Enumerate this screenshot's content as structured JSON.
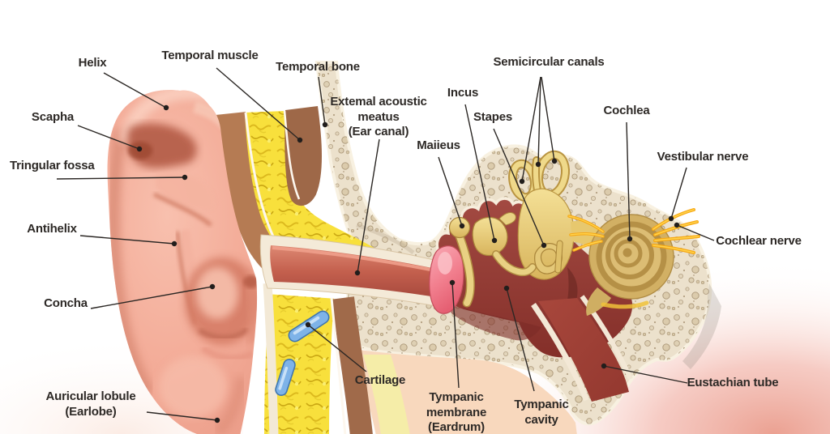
{
  "labels": {
    "helix": "Helix",
    "scapha": "Scapha",
    "tringular_fossa": "Tringular fossa",
    "antihelix": "Antihelix",
    "concha": "Concha",
    "auricular_lobule": [
      "Auricular lobule",
      "(Earlobe)"
    ],
    "temporal_muscle": "Temporal muscle",
    "temporal_bone": "Temporal bone",
    "external_acoustic_meatus": [
      "Extemal acoustic",
      "meatus",
      "(Ear canal)"
    ],
    "malleus": "Maiieus",
    "incus": "Incus",
    "stapes": "Stapes",
    "semicircular_canals": "Semicircular canals",
    "cochlea": "Cochlea",
    "vestibular_nerve": "Vestibular nerve",
    "cochlear_nerve": "Cochlear nerve",
    "eustachian_tube": "Eustachian tube",
    "tympanic_membrane": [
      "Tympanic",
      "membrane",
      "(Eardrum)"
    ],
    "tympanic_cavity": [
      "Tympanic",
      "cavity"
    ],
    "cartilage": "Cartilage"
  },
  "colors": {
    "label_text": "#2d2926",
    "pointer_line": "#2b2724",
    "ear_skin": "#f3ab97",
    "fat_tissue": "#f8e03c",
    "muscle_brown": "#9e6848",
    "skin_band_brown": "#b57b53",
    "bone_cream": "#ece1cc",
    "tympanic_cavity_red": "#9a4038",
    "ossicle_yellow": "#eed687",
    "membrane_pink": "#ef7b90",
    "cartilage_blue": "#7eb3e8",
    "nerve_orange": "#f7a813",
    "skin_peach": "#f8d8bd",
    "background_glow": "#ea9c8c"
  }
}
